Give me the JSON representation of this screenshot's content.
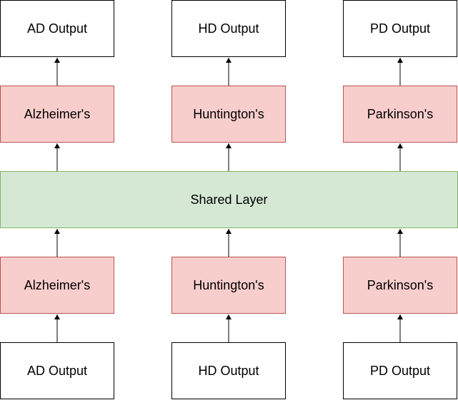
{
  "top_outputs": [
    "AD Output",
    "HD Output",
    "PD Output"
  ],
  "top_diseases": [
    "Alzheimer's",
    "Huntington's",
    "Parkinson's"
  ],
  "shared": "Shared Layer",
  "bottom_diseases": [
    "Alzheimer's",
    "Huntington's",
    "Parkinson's"
  ],
  "bottom_outputs": [
    "AD Output",
    "HD Output",
    "PD Output"
  ],
  "colors": {
    "disease_fill": "#f8cecc",
    "disease_border": "#b85450",
    "shared_fill": "#d5e8d4",
    "shared_border": "#82b366",
    "output_border": "#000000"
  }
}
